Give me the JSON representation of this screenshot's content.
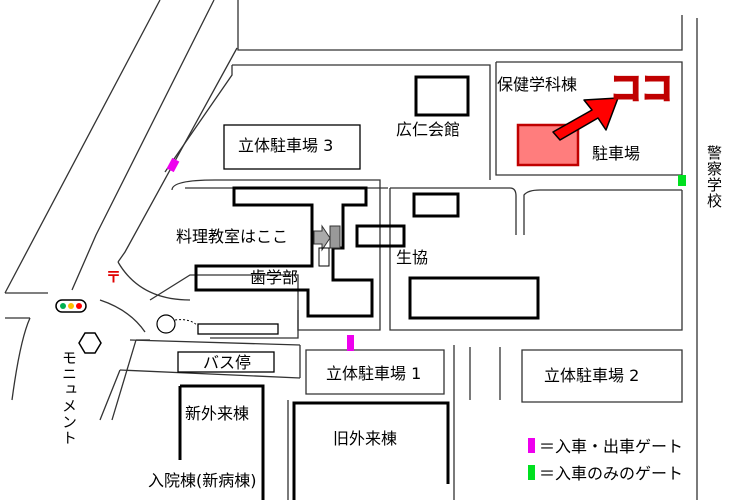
{
  "map": {
    "colors": {
      "gate_in_out": "#ee00ee",
      "gate_in_only": "#00e020",
      "destination_fill": "#ff7d7d",
      "destination_outline": "#c00000",
      "arrow_fill": "#ff0000",
      "koko_text": "#c00000",
      "building_outline": "#000000",
      "road_line": "#333333"
    },
    "labels": {
      "hoken_building": "保健学科棟",
      "koko": "ココ",
      "koujin_hall": "広仁会館",
      "parking_3": "立体駐車場 3",
      "parking_lot": "駐車場",
      "police_school": "警察学校",
      "cooking_room": "料理教室はここ",
      "coop": "生協",
      "dental": "歯学部",
      "bus_stop": "バス停",
      "parking_1": "立体駐車場 1",
      "parking_2": "立体駐車場 2",
      "monument": "モニュメント",
      "new_outpatient": "新外来棟",
      "old_outpatient": "旧外来棟",
      "inpatient": "入院棟(新病棟)",
      "post_mark": "〒"
    },
    "legend": [
      {
        "label": "＝入車・出車ゲート",
        "color": "#ee00ee"
      },
      {
        "label": "＝入車のみのゲート",
        "color": "#00e020"
      }
    ]
  }
}
